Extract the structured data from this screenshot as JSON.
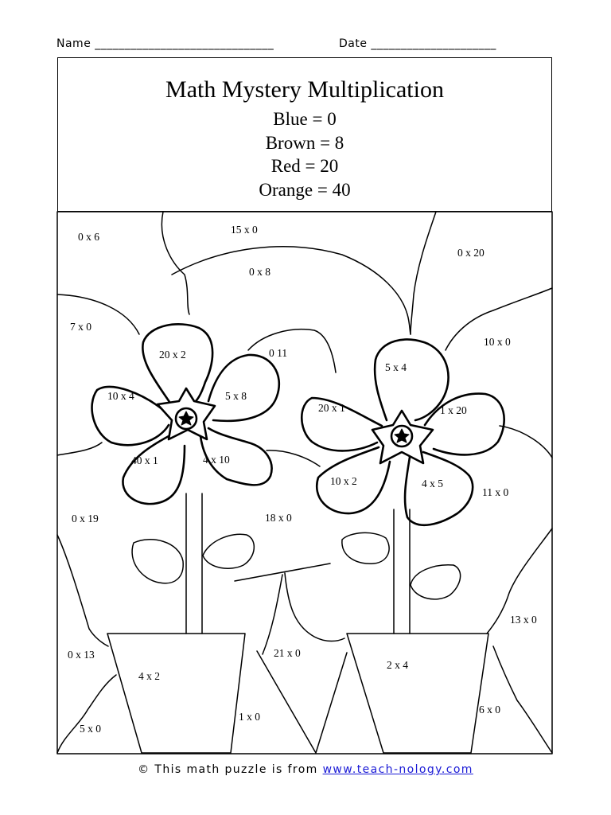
{
  "header": {
    "name_label": "Name ______________________________",
    "date_label": "Date _____________________"
  },
  "title": "Math Mystery Multiplication",
  "legend": [
    {
      "color": "Blue",
      "value": "0",
      "text": "Blue = 0"
    },
    {
      "color": "Brown",
      "value": "8",
      "text": "Brown = 8"
    },
    {
      "color": "Red",
      "value": "20",
      "text": "Red = 20"
    },
    {
      "color": "Orange",
      "value": "40",
      "text": "Orange = 40"
    }
  ],
  "regions": [
    "0 x 6",
    "15 x 0",
    "0 x 20",
    "0 x 8",
    "7 x 0",
    "10 x 0",
    "20 x 2",
    "0  11",
    "5 x 4",
    "10 x 4",
    "5 x 8",
    "20 x 1",
    "1 x 20",
    "40 x 1",
    "4 x 10",
    "10 x 2",
    "4 x 5",
    "11 x  0",
    "0 x 19",
    "18 x 0",
    "13 x 0",
    "0 x 13",
    "21 x 0",
    "2 x 4",
    "4 x 2",
    "6 x 0",
    "1 x 0",
    "5 x 0"
  ],
  "footer": {
    "prefix": "© This math puzzle is from ",
    "link": "www.teach-nology.com"
  }
}
